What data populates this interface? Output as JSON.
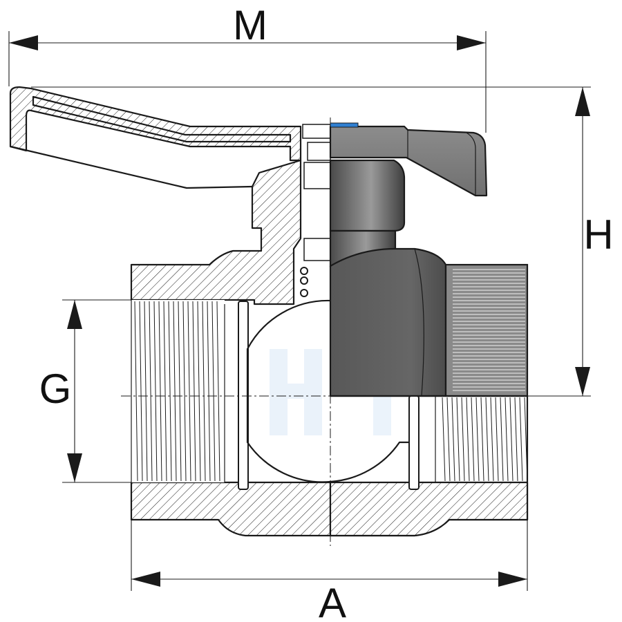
{
  "dimensions": {
    "M": "M",
    "H": "H",
    "G": "G",
    "A": "A"
  },
  "colors": {
    "line": "#1a1a1a",
    "body_dark": "#5a5a5a",
    "body_mid": "#6e6e6e",
    "handle_grey": "#8a8a8a",
    "thread_grey": "#9a9a9a",
    "indicator_blue": "#2f7fd1",
    "watermark": "#e6f0fa"
  }
}
